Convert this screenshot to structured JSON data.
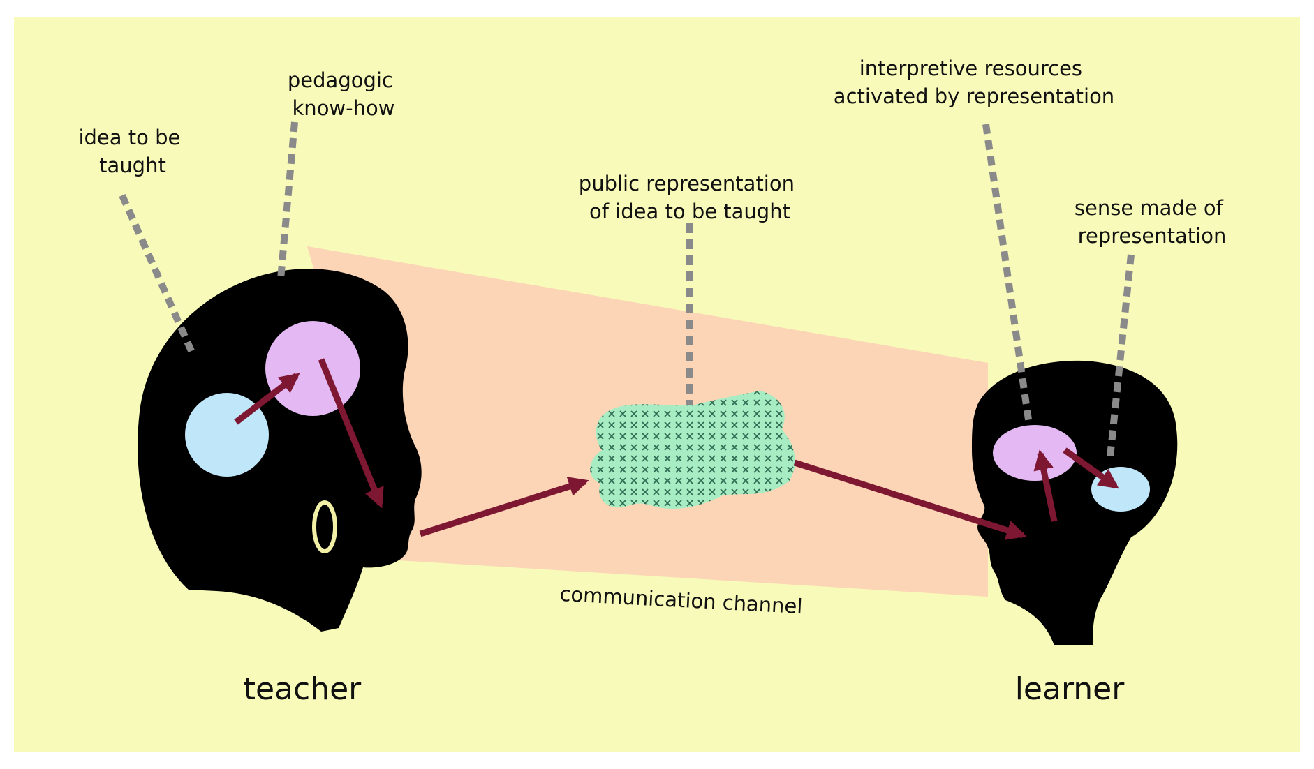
{
  "colors": {
    "background": "#f8fab9",
    "channel": "#fbd5b5",
    "silhouette": "#000000",
    "idea_bubble": "#bfe6f9",
    "knowhow_bubble": "#e3b8f3",
    "representation_cloud": "#a8ecc4",
    "arrow": "#7d1732",
    "connector": "#8a8a8a",
    "earring": "#f2efa6"
  },
  "icons": {
    "teacher": "teacher-head-silhouette",
    "learner": "learner-head-silhouette",
    "representation": "cross-hatched-cloud"
  },
  "labels": {
    "idea": [
      "idea to be",
      "taught"
    ],
    "knowhow": [
      "pedagogic",
      "know-how"
    ],
    "public_rep": [
      "public representation",
      "of idea to be taught"
    ],
    "resources": [
      "interpretive resources",
      "activated by representation"
    ],
    "sense": [
      "sense made of",
      "representation"
    ],
    "channel": "communication channel",
    "teacher": "teacher",
    "learner": "learner"
  }
}
